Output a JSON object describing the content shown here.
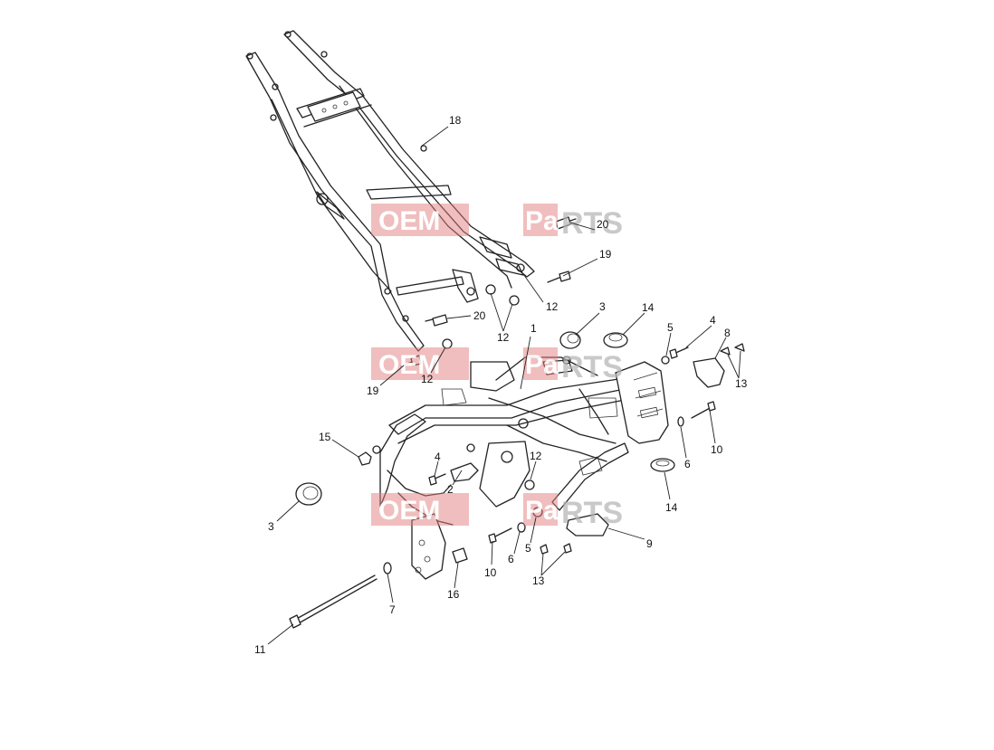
{
  "watermark": {
    "brand_left": "OEM",
    "brand_mid": "Pa",
    "brand_right": "RTS"
  },
  "callouts": [
    {
      "id": "c18",
      "text": "18"
    },
    {
      "id": "c20a",
      "text": "20"
    },
    {
      "id": "c19a",
      "text": "19"
    },
    {
      "id": "c12a",
      "text": "12"
    },
    {
      "id": "c20b",
      "text": "20"
    },
    {
      "id": "c12b",
      "text": "12"
    },
    {
      "id": "c3a",
      "text": "3"
    },
    {
      "id": "c14a",
      "text": "14"
    },
    {
      "id": "c1",
      "text": "1"
    },
    {
      "id": "c5a",
      "text": "5"
    },
    {
      "id": "c4a",
      "text": "4"
    },
    {
      "id": "c8",
      "text": "8"
    },
    {
      "id": "c13a",
      "text": "13"
    },
    {
      "id": "c19b",
      "text": "19"
    },
    {
      "id": "c12c",
      "text": "12"
    },
    {
      "id": "c10a",
      "text": "10"
    },
    {
      "id": "c6a",
      "text": "6"
    },
    {
      "id": "c15",
      "text": "15"
    },
    {
      "id": "c4b",
      "text": "4"
    },
    {
      "id": "c12d",
      "text": "12"
    },
    {
      "id": "c2",
      "text": "2"
    },
    {
      "id": "c14b",
      "text": "14"
    },
    {
      "id": "c3b",
      "text": "3"
    },
    {
      "id": "c9",
      "text": "9"
    },
    {
      "id": "c5b",
      "text": "5"
    },
    {
      "id": "c6b",
      "text": "6"
    },
    {
      "id": "c10b",
      "text": "10"
    },
    {
      "id": "c13b",
      "text": "13"
    },
    {
      "id": "c16",
      "text": "16"
    },
    {
      "id": "c7",
      "text": "7"
    },
    {
      "id": "c11",
      "text": "11"
    }
  ]
}
